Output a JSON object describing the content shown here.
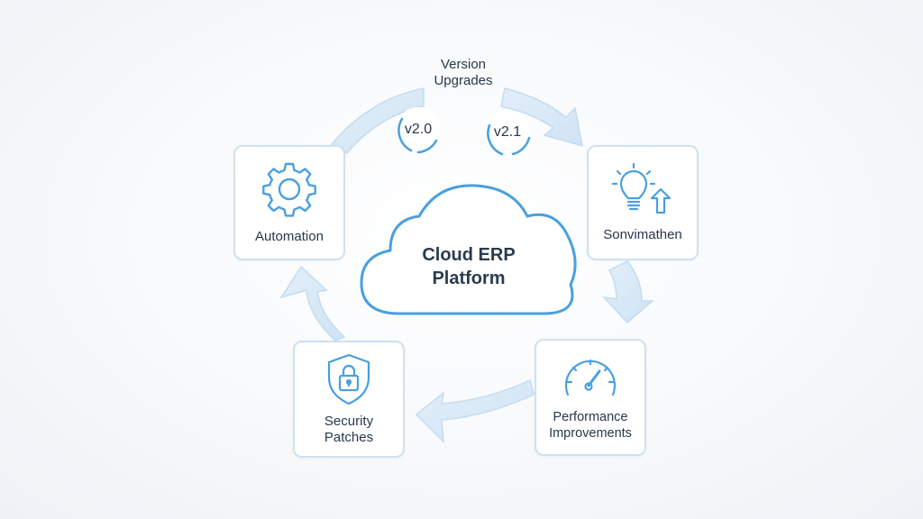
{
  "diagram": {
    "center": {
      "title": "Cloud ERP\nPlatform"
    },
    "version_upgrades": {
      "title": "Version\nUpgrades",
      "from_version": "v2.0",
      "to_version": "v2.1"
    },
    "nodes": {
      "automation": {
        "label": "Automation",
        "icon": "gear-icon"
      },
      "innovation": {
        "label": "Sonvimathen",
        "icon": "lightbulb-arrow-up-icon"
      },
      "performance": {
        "label": "Performance\nImprovements",
        "icon": "gauge-icon"
      },
      "security": {
        "label": "Security\nPatches",
        "icon": "shield-lock-icon"
      }
    },
    "colors": {
      "accent": "#4a9fe0",
      "arrow_fill": "#d6e8f6",
      "card_border": "#cfe1f0",
      "text": "#27384a"
    }
  }
}
